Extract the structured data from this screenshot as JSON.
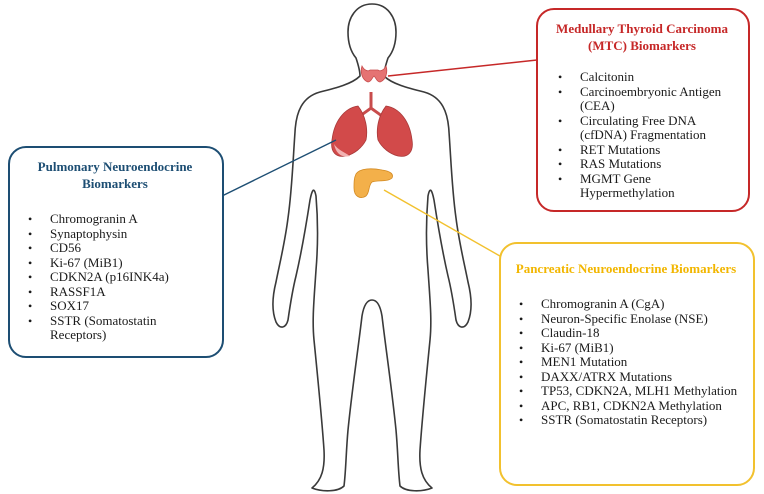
{
  "colors": {
    "mtc": "#c62828",
    "pulmonary": "#1d4e73",
    "pancreatic": "#f2c12e",
    "body_outline": "#3a3a3a",
    "thyroid": "#e57373",
    "lungs": "#d24a4a",
    "pancreas": "#f3b04a"
  },
  "body_figure": {
    "icon": "human-body-outline",
    "organs": [
      "thyroid-icon",
      "lungs-icon",
      "pancreas-icon"
    ]
  },
  "mtc": {
    "title": "Medullary Thyroid Carcinoma (MTC) Biomarkers",
    "items": [
      "Calcitonin",
      "Carcinoembryonic Antigen (CEA)",
      "Circulating Free DNA (cfDNA) Fragmentation",
      "RET Mutations",
      "RAS Mutations",
      "MGMT Gene Hypermethylation"
    ]
  },
  "pulmonary": {
    "title": "Pulmonary Neuroendocrine Biomarkers",
    "items": [
      "Chromogranin A",
      "Synaptophysin",
      "CD56",
      "Ki-67 (MiB1)",
      "CDKN2A (p16INK4a)",
      "RASSF1A",
      "SOX17",
      "SSTR (Somatostatin Receptors)"
    ]
  },
  "pancreatic": {
    "title": "Pancreatic Neuroendocrine Biomarkers",
    "items": [
      "Chromogranin A (CgA)",
      "Neuron-Specific Enolase (NSE)",
      "Claudin-18",
      "Ki-67 (MiB1)",
      "MEN1 Mutation",
      "DAXX/ATRX Mutations",
      "TP53, CDKN2A, MLH1 Methylation",
      "APC, RB1, CDKN2A Methylation",
      "SSTR (Somatostatin Receptors)"
    ]
  }
}
